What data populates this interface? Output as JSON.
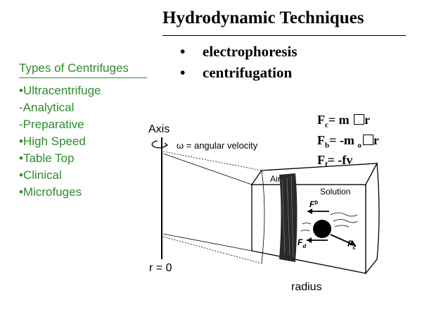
{
  "header": {
    "title": "Hydrodynamic Techniques",
    "bullets": [
      "electrophoresis",
      "centrifugation"
    ]
  },
  "centrifuges": {
    "heading": "Types of Centrifuges",
    "items": [
      "•Ultracentrifuge",
      "-Analytical",
      "-Preparative",
      "•High Speed",
      "•Table Top",
      "•Clinical",
      "•Microfuges"
    ]
  },
  "equations": {
    "fc": {
      "lhs": "F",
      "sub": "c",
      "rhs": "= m",
      "tail": "r"
    },
    "fb": {
      "lhs": "F",
      "sub": "b",
      "rhs": "= -m",
      "sub2": "o",
      "tail": "r"
    },
    "ff": {
      "lhs": "F",
      "sub": "f",
      "rhs": "= -fv"
    }
  },
  "diagram": {
    "axis": "Axis",
    "omega": "ω = angular velocity",
    "air": "Air",
    "solution": "Solution",
    "fb_label": "F",
    "fb_sub": "b",
    "fd_label": "F",
    "fd_sub": "d",
    "fc_label": "F",
    "fc_sub": "c",
    "origin": "r = 0",
    "radius": "radius"
  },
  "colors": {
    "accent_green": "#2e8b2e",
    "text": "#000000"
  }
}
